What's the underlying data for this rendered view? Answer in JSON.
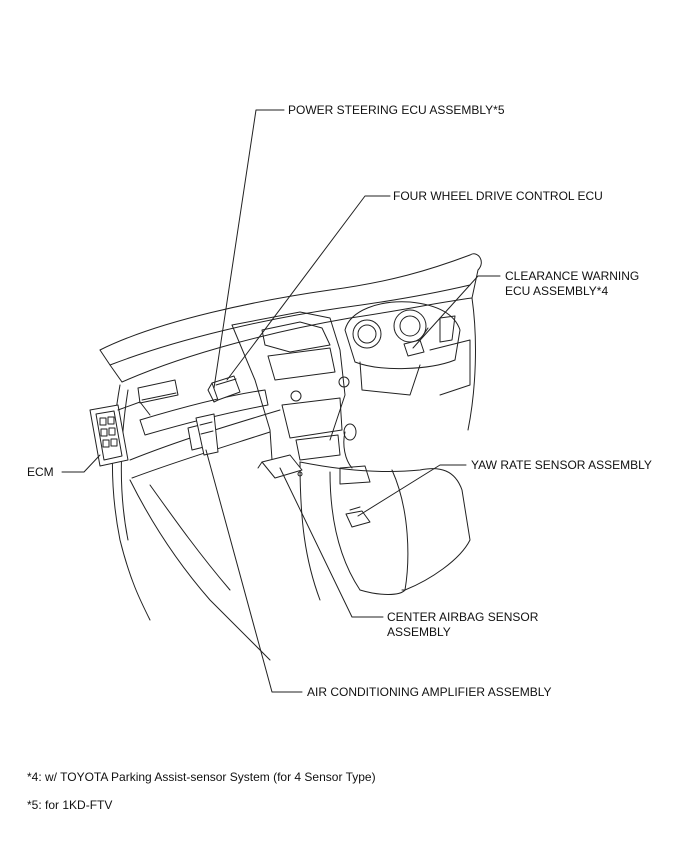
{
  "labels": {
    "power_steering": "POWER STEERING ECU ASSEMBLY*5",
    "four_wheel_drive": "FOUR WHEEL DRIVE CONTROL ECU",
    "clearance_warning_1": "CLEARANCE WARNING",
    "clearance_warning_2": "ECU ASSEMBLY*4",
    "yaw_rate": "YAW RATE SENSOR ASSEMBLY",
    "ecm": "ECM",
    "center_airbag_1": "CENTER AIRBAG SENSOR",
    "center_airbag_2": "ASSEMBLY",
    "air_conditioning": "AIR CONDITIONING AMPLIFIER ASSEMBLY"
  },
  "notes": {
    "note4": "*4: w/ TOYOTA Parking Assist-sensor System (for 4 Sensor Type)",
    "note5": "*5: for 1KD-FTV"
  }
}
